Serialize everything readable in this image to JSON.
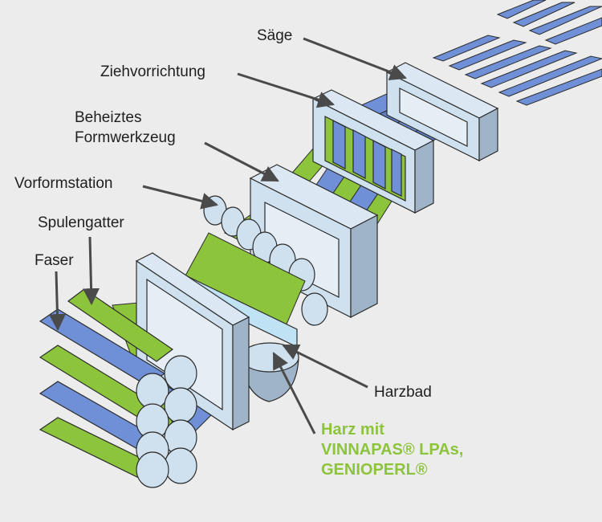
{
  "labels": {
    "saege": "Säge",
    "ziehvorrichtung": "Ziehvorrichtung",
    "beheiztes_line1": "Beheiztes",
    "beheiztes_line2": "Formwerkzeug",
    "vorformstation": "Vorformstation",
    "spulengatter": "Spulengatter",
    "faser": "Faser",
    "harzbad": "Harzbad",
    "harz_line1": "Harz mit",
    "harz_line2": "VINNAPAS® LPAs,",
    "harz_line3": "GENIOPERL®"
  },
  "colors": {
    "background": "#ececec",
    "fiber_blue": "#6f8fd6",
    "fiber_green": "#8cc43c",
    "frame": "#cfe0ee",
    "frame_side": "#9fb4c8",
    "resin": "#bfe3f5",
    "arrow": "#4a4a4a",
    "highlight_text": "#8cc43c"
  }
}
